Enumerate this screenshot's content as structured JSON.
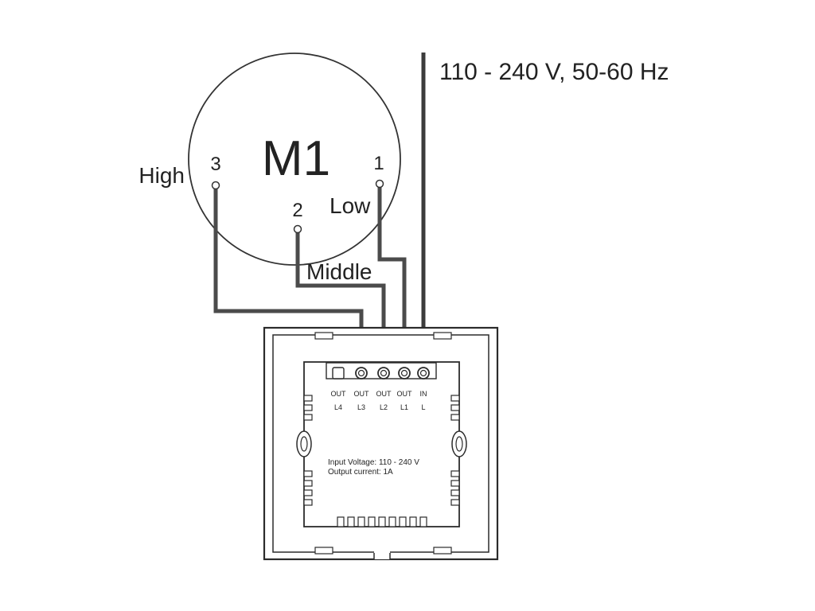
{
  "motor": {
    "label": "M1",
    "pins": [
      {
        "number": "3",
        "speed": "High"
      },
      {
        "number": "2",
        "speed": "Middle"
      },
      {
        "number": "1",
        "speed": "Low"
      }
    ]
  },
  "supply": {
    "label": "110 - 240 V, 50-60 Hz"
  },
  "switch": {
    "terminals": [
      {
        "type": "OUT",
        "id": "L4"
      },
      {
        "type": "OUT",
        "id": "L3"
      },
      {
        "type": "OUT",
        "id": "L2"
      },
      {
        "type": "OUT",
        "id": "L1"
      },
      {
        "type": "IN",
        "id": "L"
      }
    ],
    "spec_voltage": "Input Voltage: 110 - 240 V",
    "spec_current": "Output current: 1A"
  }
}
